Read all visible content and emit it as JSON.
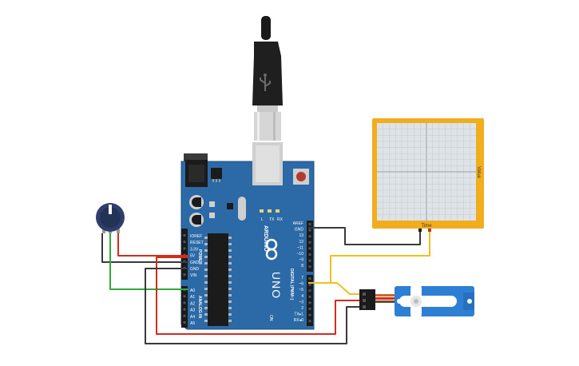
{
  "board": {
    "brand": "ARDUINO",
    "model": "UNO",
    "digital_label": "DIGITAL (PWM~)",
    "analog_label": "ANALOG IN",
    "power_label": "POWER",
    "on_label": "ON",
    "tx_label": "TX",
    "rx_label": "RX",
    "l_label": "L",
    "power_pins": [
      "IOREF",
      "RESET",
      "3.3V",
      "5V",
      "GND",
      "GND",
      "VIN"
    ],
    "analog_pins": [
      "A0",
      "A1",
      "A2",
      "A3",
      "A4",
      "A5"
    ],
    "digital_pins_top": [
      "AREF",
      "GND",
      "13",
      "12",
      "~11",
      "~10",
      "~9",
      "8"
    ],
    "digital_pins_bottom": [
      "7",
      "~6",
      "~5",
      "4",
      "~3",
      "2",
      "TX▸1",
      "RX◂0"
    ]
  },
  "oscilloscope": {
    "x_label": "Time",
    "y_label": "Value"
  },
  "colors": {
    "board": "#2b6aa6",
    "board_dark": "#1f4f7e",
    "oscilloscope_frame": "#f1ad1e",
    "screen": "#dde3e6",
    "servo": "#2d7fd4",
    "wire_red": "#d52a1e",
    "wire_black": "#3a3a3a",
    "wire_green": "#35a83a",
    "wire_yellow": "#f2c01e",
    "wire_gray": "#555555"
  },
  "icons": {
    "usb": "usb-icon",
    "infinity": "arduino-logo-icon",
    "potentiometer": "potentiometer-knob-icon",
    "servo": "servo-motor-icon"
  }
}
